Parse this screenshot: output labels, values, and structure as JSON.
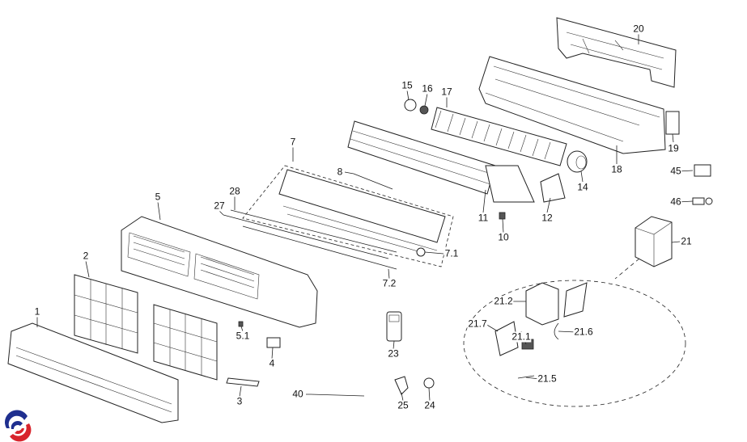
{
  "diagram": {
    "title": "Indoor unit exploded view",
    "labels": {
      "p1": "1",
      "p2": "2",
      "p3": "3",
      "p4": "4",
      "p5": "5",
      "p5_1": "5.1",
      "p7": "7",
      "p7_1": "7.1",
      "p7_2": "7.2",
      "p8": "8",
      "p10": "10",
      "p11": "11",
      "p12": "12",
      "p14": "14",
      "p15": "15",
      "p16": "16",
      "p17": "17",
      "p18": "18",
      "p19": "19",
      "p20": "20",
      "p21": "21",
      "p21_1": "21.1",
      "p21_2": "21.2",
      "p21_5": "21.5",
      "p21_6": "21.6",
      "p21_7": "21.7",
      "p23": "23",
      "p24": "24",
      "p25": "25",
      "p27": "27",
      "p28": "28",
      "p40": "40",
      "p45": "45",
      "p46": "46"
    },
    "logo": {
      "colors": [
        "#1f2f8f",
        "#d8242c"
      ]
    }
  }
}
